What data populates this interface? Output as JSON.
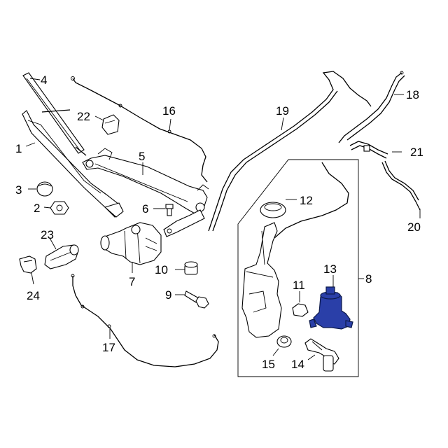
{
  "diagram": {
    "callouts": [
      {
        "id": "c1",
        "label": "1"
      },
      {
        "id": "c2",
        "label": "2"
      },
      {
        "id": "c3",
        "label": "3"
      },
      {
        "id": "c4",
        "label": "4"
      },
      {
        "id": "c5",
        "label": "5"
      },
      {
        "id": "c6",
        "label": "6"
      },
      {
        "id": "c7",
        "label": "7"
      },
      {
        "id": "c8",
        "label": "8"
      },
      {
        "id": "c9",
        "label": "9"
      },
      {
        "id": "c10",
        "label": "10"
      },
      {
        "id": "c11",
        "label": "11"
      },
      {
        "id": "c12",
        "label": "12"
      },
      {
        "id": "c13",
        "label": "13"
      },
      {
        "id": "c14",
        "label": "14"
      },
      {
        "id": "c15",
        "label": "15"
      },
      {
        "id": "c16",
        "label": "16"
      },
      {
        "id": "c17",
        "label": "17"
      },
      {
        "id": "c18",
        "label": "18"
      },
      {
        "id": "c19",
        "label": "19"
      },
      {
        "id": "c20",
        "label": "20"
      },
      {
        "id": "c21",
        "label": "21"
      },
      {
        "id": "c22",
        "label": "22"
      },
      {
        "id": "c23",
        "label": "23"
      },
      {
        "id": "c24",
        "label": "24"
      }
    ],
    "highlight_color": "#2a3fa8"
  }
}
